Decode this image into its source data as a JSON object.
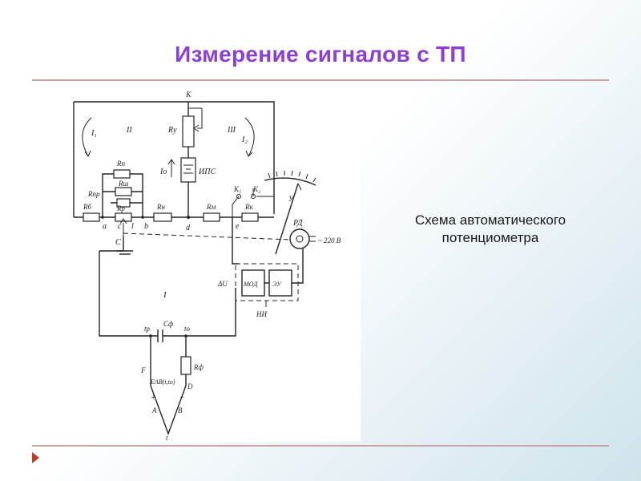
{
  "slide": {
    "title": "Измерение сигналов с ТП",
    "caption_line1": "Схема автоматического",
    "caption_line2": "потенциометра"
  },
  "diagram_labels": {
    "K": "K",
    "Ry": "Rу",
    "II": "II",
    "III": "III",
    "I1": "I₁",
    "I2": "I₂",
    "Io": "Iо",
    "IPS": "ИПС",
    "Rn": "Rп",
    "Rpr": "Rпр",
    "Rsh": "Rш",
    "Rb": "Rб",
    "Rp": "Rр",
    "Rn2": "Rн",
    "Rm": "Rм",
    "Rk": "Rк",
    "K1": "K₁",
    "K2": "K₂",
    "a": "a",
    "c": "c",
    "l": "l",
    "b": "b",
    "d": "d",
    "e": "e",
    "C": "C",
    "RD": "РД",
    "v220": "220 В",
    "I": "I",
    "dU": "ΔU",
    "MOD": "МОД",
    "EU": "ЭУ",
    "NI": "НИ",
    "tp": "tр",
    "Cf": "Cф",
    "to": "tо",
    "Rf": "Rф",
    "F": "F",
    "D": "D",
    "EAB": "EАВ(t,tо)",
    "plus": "+",
    "minus": "−",
    "A": "A",
    "B": "B",
    "t": "t",
    "y": "У"
  },
  "colors": {
    "title": "#8b3fd6",
    "rule": "#c9a3a3",
    "nav_arrow": "#c0392b"
  }
}
